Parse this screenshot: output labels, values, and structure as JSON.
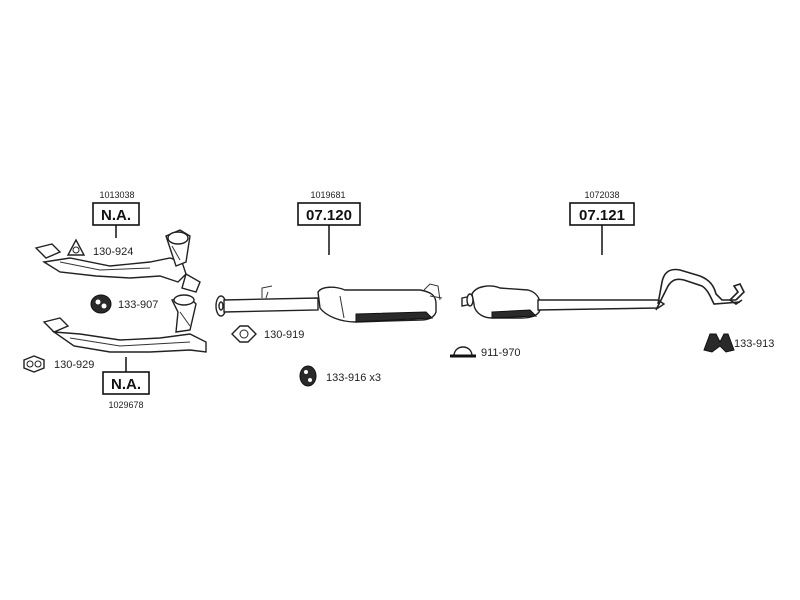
{
  "parts": {
    "front_pipe_upper": {
      "ref": "1013038",
      "code": "N.A."
    },
    "front_pipe_lower": {
      "ref": "1029678",
      "code": "N.A."
    },
    "middle_silencer": {
      "ref": "1019681",
      "code": "07.120"
    },
    "rear_silencer": {
      "ref": "1072038",
      "code": "07.121"
    }
  },
  "accessories": {
    "gasket_triangle": {
      "label": "130-924"
    },
    "rubber_mount_a": {
      "label": "133-907"
    },
    "gasket_double": {
      "label": "130-929"
    },
    "gasket_ring": {
      "label": "130-919"
    },
    "rubber_mount_b": {
      "label": "133-916 x3"
    },
    "clamp": {
      "label": "911-970"
    },
    "rubber_mount_c": {
      "label": "133-913"
    }
  }
}
